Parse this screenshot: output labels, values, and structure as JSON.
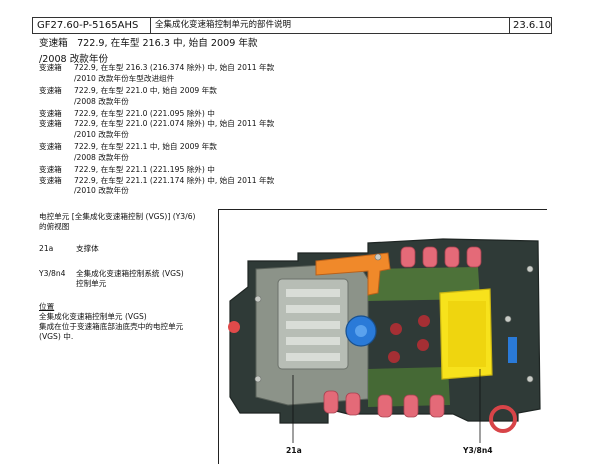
{
  "header": {
    "doc_id": "GF27.60-P-5165AHS",
    "title": "全集成化变速箱控制单元的部件说明",
    "date": "23.6.10"
  },
  "applicability": {
    "lead": {
      "label": "变速箱",
      "text": "722.9, 在车型 216.3 中, 始自 2009 年款",
      "cont": "/2008 改款年份"
    },
    "rows": [
      {
        "label": "变速箱",
        "text": "722.9, 在车型 216.3 (216.374 除外) 中, 始自 2011 年款"
      },
      {
        "label": "",
        "text": "/2010 改款年份车型改进组件"
      },
      {
        "label": "变速箱",
        "text": "722.9, 在车型 221.0 中, 始自 2009 年款"
      },
      {
        "label": "",
        "text": "/2008 改款年份"
      },
      {
        "label": "变速箱",
        "text": "722.9, 在车型 221.0 (221.095 除外) 中"
      },
      {
        "label": "变速箱",
        "text": "722.9, 在车型 221.0 (221.074 除外) 中, 始自 2011 年款"
      },
      {
        "label": "",
        "text": "/2010 改款年份"
      },
      {
        "label": "变速箱",
        "text": "722.9, 在车型 221.1 中, 始自 2009 年款"
      },
      {
        "label": "",
        "text": "/2008 改款年份"
      },
      {
        "label": "变速箱",
        "text": "722.9, 在车型 221.1 (221.195 除外) 中"
      },
      {
        "label": "变速箱",
        "text": "722.9, 在车型 221.1 (221.174 除外) 中, 始自 2011 年款"
      },
      {
        "label": "",
        "text": "/2010 改款年份"
      }
    ]
  },
  "figure_caption": {
    "line1": "电控单元 [全集成化变速箱控制 (VGS)] (Y3/6)",
    "line2": "的俯视图"
  },
  "legend": [
    {
      "code": "21a",
      "text": "支撑体",
      "text2": ""
    },
    {
      "code": "Y3/8n4",
      "text": "全集成化变速箱控制系统 (VGS)",
      "text2": "控制单元"
    }
  ],
  "location": {
    "heading": "位置",
    "line1": "全集成化变速箱控制单元 (VGS)",
    "line2": "集成在位于变速箱底部油底壳中的电控单元",
    "line3": "(VGS) 中."
  },
  "callouts": {
    "a": "21a",
    "b": "Y3/8n4"
  }
}
